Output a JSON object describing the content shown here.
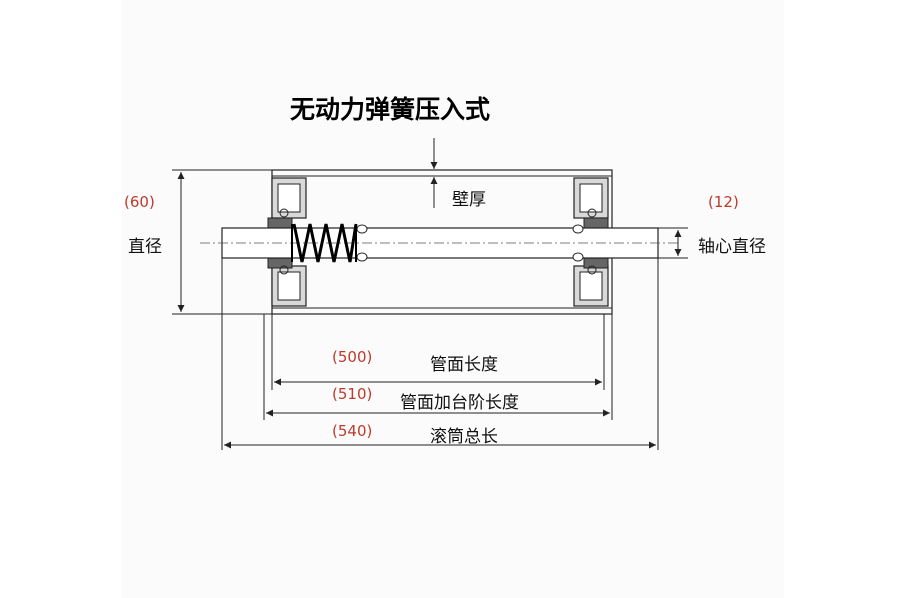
{
  "title": "无动力弹簧压入式",
  "colors": {
    "dimension_value": "#c0392b",
    "label": "#111111",
    "line": "#222222",
    "background": "#ffffff"
  },
  "labels": {
    "wall_thickness": "壁厚",
    "diameter": "直径",
    "diameter_value": "(60)",
    "shaft_diameter": "轴心直径",
    "shaft_diameter_value": "(12)",
    "tube_length": "管面长度",
    "tube_length_value": "(500)",
    "tube_step_length": "管面加台阶长度",
    "tube_step_length_value": "(510)",
    "total_length": "滚筒总长",
    "total_length_value": "(540)"
  }
}
